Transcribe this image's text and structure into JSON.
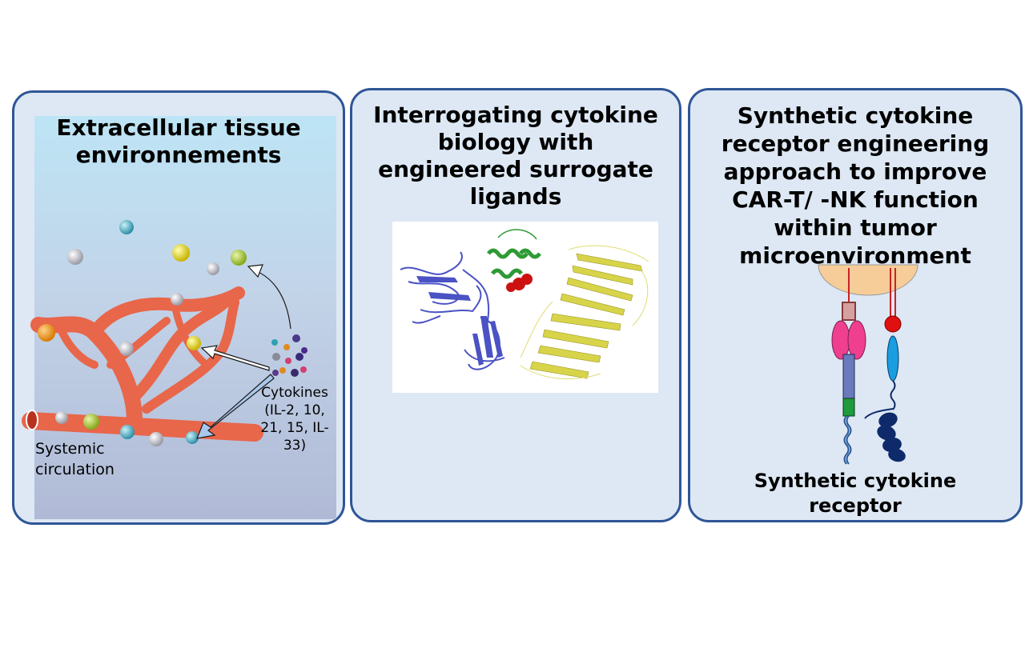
{
  "panels": [
    {
      "title_line1": "Extracellular tissue",
      "title_line2": "environnements",
      "cytokines_label": "Cytokines (IL-2, 10, 21, 15, IL-33)",
      "circulation_label": "Systemic circulation"
    },
    {
      "title_line1": "Interrogating cytokine",
      "title_line2": "biology with",
      "title_line3": "engineered surrogate",
      "title_line4": "ligands"
    },
    {
      "title_line1": "Synthetic cytokine",
      "title_line2": "receptor engineering",
      "title_line3": "approach to improve",
      "title_line4": "CAR-T/ -NK function",
      "title_line5": "within tumor",
      "title_line6": "microenvironment",
      "receptor_label_line1": "Synthetic cytokine",
      "receptor_label_line2": "receptor"
    }
  ],
  "colors": {
    "panel_border": "#2f5597",
    "panel_fill": "#dde8f4",
    "vessel": "#e8664a",
    "protein_blue": "#4b52c4",
    "protein_green": "#2e9a35",
    "protein_red": "#cc1111",
    "protein_yellow": "#d8d44a",
    "receptor_pink": "#ef3f8e",
    "receptor_navy": "#0e2a6a"
  }
}
